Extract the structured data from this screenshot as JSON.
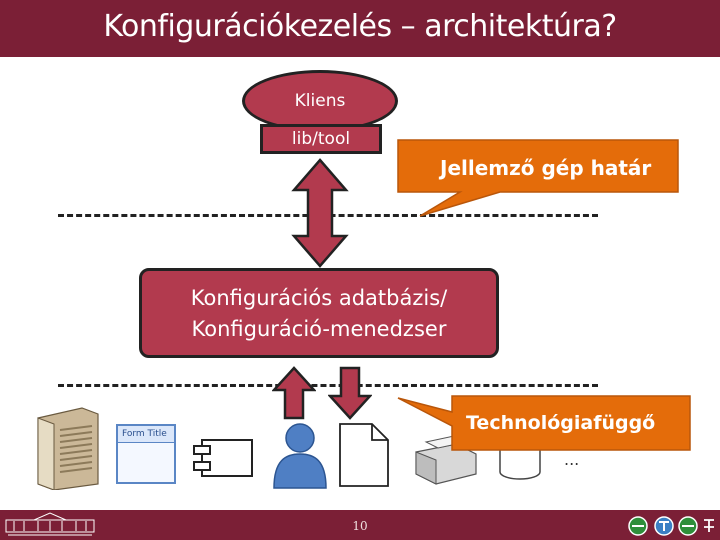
{
  "slide": {
    "title": "Konfigurációkezelés – architektúra?",
    "page_number": "10"
  },
  "nodes": {
    "client": "Kliens",
    "lib": "lib/tool",
    "database_line1": "Konfigurációs adatbázis/",
    "database_line2": "Konfiguráció-menedzser"
  },
  "callouts": {
    "machine_boundary": "Jellemző gép határ",
    "technology_dependent": "Technológiafüggő"
  },
  "icons": {
    "form_window_title": "Form Title",
    "ellipsis": "..."
  },
  "colors": {
    "title_bar": "#7b1f36",
    "node_fill": "#b23a4e",
    "callout_fill": "#e46c0a",
    "arrow_fill": "#b23a4e"
  }
}
